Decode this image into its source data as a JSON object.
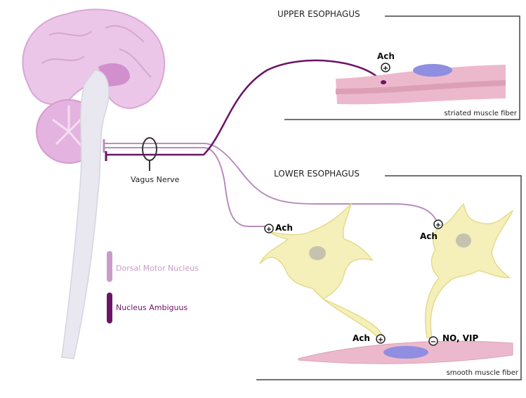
{
  "upper": {
    "title": "UPPER ESOPHAGUS",
    "fiber_label": "striated muscle fiber",
    "transmitter": "Ach",
    "sign": "+"
  },
  "lower": {
    "title": "LOWER ESOPHAGUS",
    "fiber_label": "smooth muscle fiber",
    "preganglionic_left": "Ach",
    "preganglionic_right": "Ach",
    "excitatory": "Ach",
    "inhibitory": "NO, VIP",
    "plus": "+",
    "minus": "−"
  },
  "vagus_label": "Vagus Nerve",
  "legend": [
    {
      "label": "Dorsal Motor Nucleus",
      "color": "#c89bc9"
    },
    {
      "label": "Nucleus Ambiguus",
      "color": "#6b1466"
    }
  ],
  "colors": {
    "brain": "#e9c3e6",
    "cord": "#e9e7ef",
    "neuron": "#f5efb9",
    "muscle": "#eab4c8",
    "nucleus": "#8f8ee0"
  }
}
